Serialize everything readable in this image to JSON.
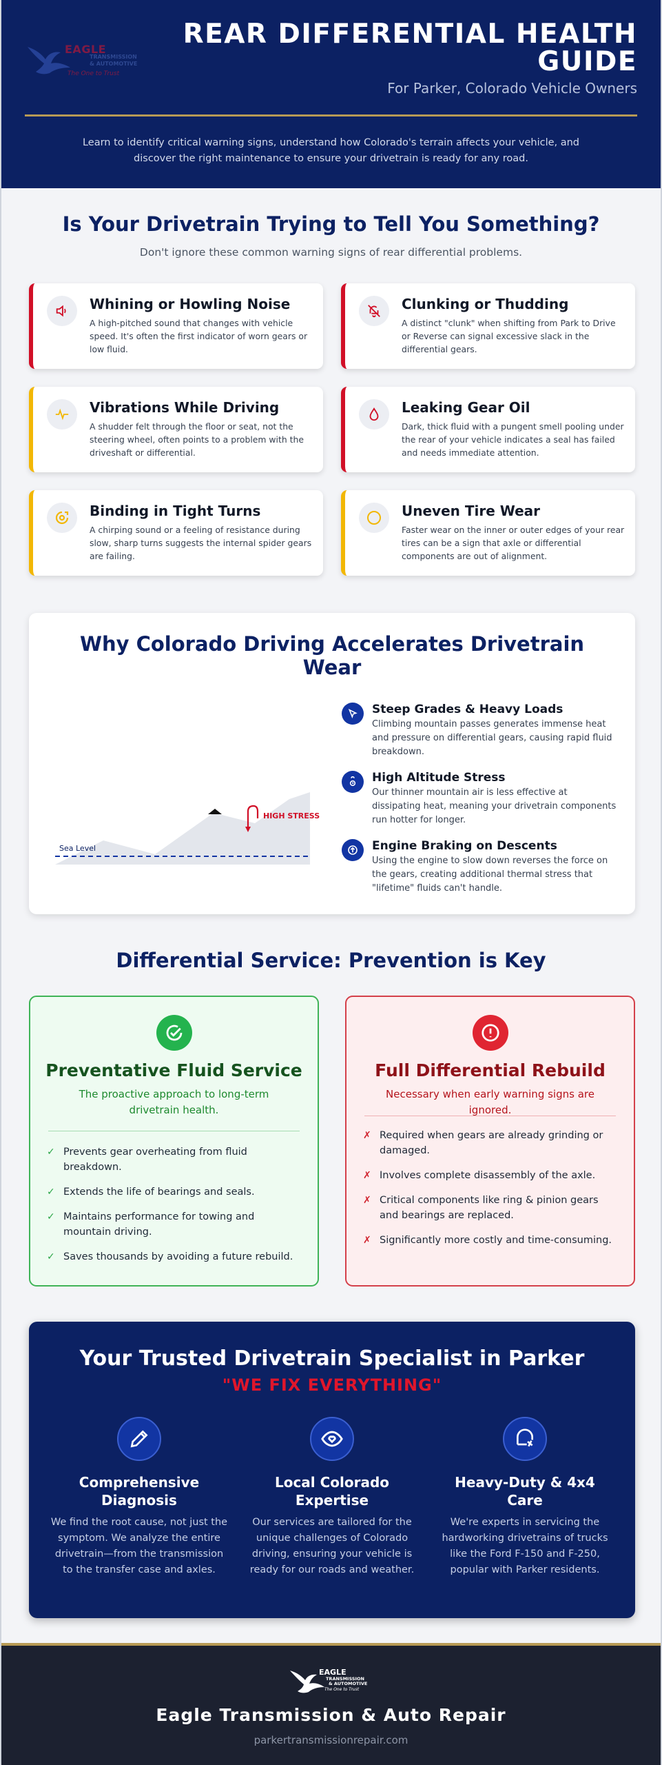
{
  "header": {
    "logo": {
      "brand": "EAGLE",
      "brand2_line1": "TRANSMISSION",
      "brand2_line2": "& AUTOMOTIVE",
      "tagline": "The One to Trust"
    },
    "title": "REAR DIFFERENTIAL HEALTH GUIDE",
    "subtitle": "For Parker, Colorado Vehicle Owners",
    "intro": "Learn to identify critical warning signs, understand how Colorado's terrain affects your vehicle, and discover the right maintenance to ensure your drivetrain is ready for any road."
  },
  "warnings": {
    "title": "Is Your Drivetrain Trying to Tell You Something?",
    "subtitle": "Don't ignore these common warning signs of rear differential problems.",
    "cards": [
      {
        "title": "Whining or Howling Noise",
        "text": "A high-pitched sound that changes with vehicle speed. It's often the first indicator of worn gears or low fluid.",
        "icon": "speaker-icon",
        "severity": "red"
      },
      {
        "title": "Clunking or Thudding",
        "text": "A distinct \"clunk\" when shifting from Park to Drive or Reverse can signal excessive slack in the differential gears.",
        "icon": "bell-off-icon",
        "severity": "red"
      },
      {
        "title": "Vibrations While Driving",
        "text": "A shudder felt through the floor or seat, not the steering wheel, often points to a problem with the driveshaft or differential.",
        "icon": "pulse-icon",
        "severity": "amber"
      },
      {
        "title": "Leaking Gear Oil",
        "text": "Dark, thick fluid with a pungent smell pooling under the rear of your vehicle indicates a seal has failed and needs immediate attention.",
        "icon": "droplet-icon",
        "severity": "red"
      },
      {
        "title": "Binding in Tight Turns",
        "text": "A chirping sound or a feeling of resistance during slow, sharp turns suggests the internal spider gears are failing.",
        "icon": "gear-icon",
        "severity": "amber"
      },
      {
        "title": "Uneven Tire Wear",
        "text": "Faster wear on the inner or outer edges of your rear tires can be a sign that axle or differential components are out of alignment.",
        "icon": "tire-icon",
        "severity": "amber"
      }
    ]
  },
  "colorado": {
    "title": "Why Colorado Driving Accelerates Drivetrain Wear",
    "chart_labels": {
      "sea_level": "Sea Level",
      "stress": "HIGH STRESS"
    },
    "factors": [
      {
        "title": "Steep Grades & Heavy Loads",
        "text": "Climbing mountain passes generates immense heat and pressure on differential gears, causing rapid fluid breakdown.",
        "icon": "cursor-icon"
      },
      {
        "title": "High Altitude Stress",
        "text": "Our thinner mountain air is less effective at dissipating heat, meaning your drivetrain components run hotter for longer.",
        "icon": "thermometer-icon"
      },
      {
        "title": "Engine Braking on Descents",
        "text": "Using the engine to slow down reverses the force on the gears, creating additional thermal stress that \"lifetime\" fluids can't handle.",
        "icon": "arrow-up-icon"
      }
    ]
  },
  "service": {
    "title": "Differential Service: Prevention is Key",
    "preventative": {
      "title": "Preventative Fluid Service",
      "subtitle": "The proactive approach to long-term drivetrain health.",
      "items": [
        "Prevents gear overheating from fluid breakdown.",
        "Extends the life of bearings and seals.",
        "Maintains performance for towing and mountain driving.",
        "Saves thousands by avoiding a future rebuild."
      ]
    },
    "rebuild": {
      "title": "Full Differential Rebuild",
      "subtitle": "Necessary when early warning signs are ignored.",
      "items": [
        "Required when gears are already grinding or damaged.",
        "Involves complete disassembly of the axle.",
        "Critical components like ring & pinion gears and bearings are replaced.",
        "Significantly more costly and time-consuming."
      ]
    },
    "check_mark": "✓",
    "cross_mark": "✗"
  },
  "specialist": {
    "title": "Your Trusted Drivetrain Specialist in Parker",
    "slogan": "\"WE FIX EVERYTHING\"",
    "columns": [
      {
        "title": "Comprehensive Diagnosis",
        "text": "We find the root cause, not just the symptom. We analyze the entire drivetrain—from the transmission to the transfer case and axles.",
        "icon": "pencil-icon"
      },
      {
        "title": "Local Colorado Expertise",
        "text": "Our services are tailored for the unique challenges of Colorado driving, ensuring your vehicle is ready for our roads and weather.",
        "icon": "eye-heart-icon"
      },
      {
        "title": "Heavy-Duty & 4x4 Care",
        "text": "We're experts in servicing the hardworking drivetrains of trucks like the Ford F-150 and F-250, popular with Parker residents.",
        "icon": "truck-badge-icon"
      }
    ]
  },
  "footer": {
    "logo": {
      "brand": "EAGLE",
      "brand2_line1": "TRANSMISSION",
      "brand2_line2": "& AUTOMOTIVE",
      "tagline": "The One to Trust"
    },
    "name": "Eagle Transmission & Auto Repair",
    "url": "parkertransmissionrepair.com"
  },
  "colors": {
    "navy": "#0c2163",
    "red": "#d10f27",
    "amber": "#f2b705",
    "green": "#24b34e",
    "gold": "#b79a55"
  }
}
